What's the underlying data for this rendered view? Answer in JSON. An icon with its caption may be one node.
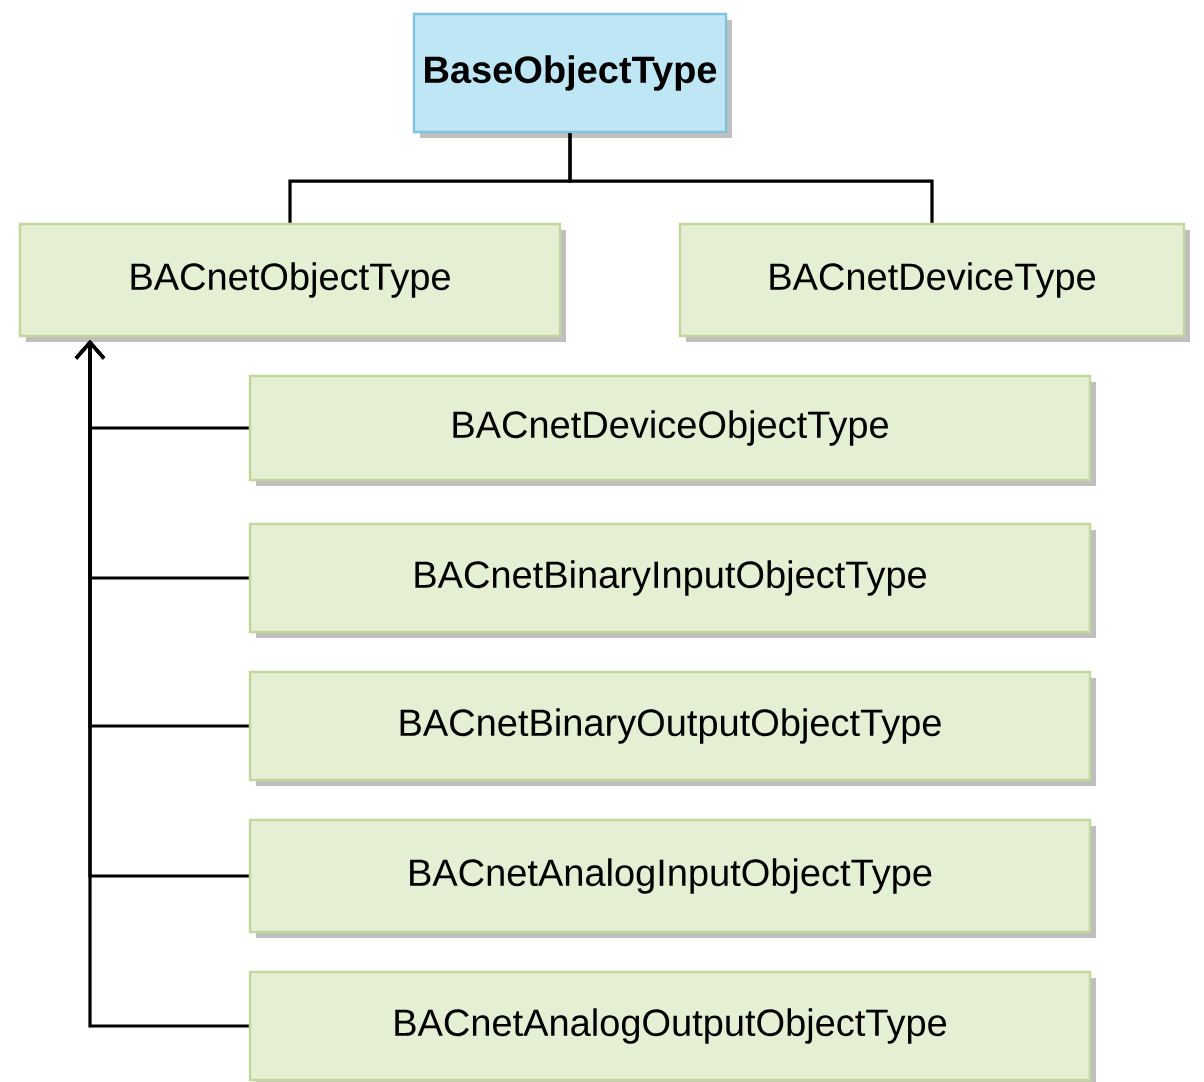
{
  "diagram": {
    "nodes": [
      {
        "text": [
          "BaseObjectType"
        ]
      },
      {
        "text": [
          "BACnetObjectType"
        ]
      },
      {
        "text": [
          "BACnetDeviceType"
        ]
      },
      {
        "text": [
          "BACnetDeviceObjectType"
        ]
      },
      {
        "text": [
          "BACnetBinaryInputObjectType"
        ]
      },
      {
        "text": [
          "BACnetBinaryOutputObjectType"
        ]
      },
      {
        "text": [
          "BACnetAnalogInputObjectType"
        ]
      },
      {
        "text": [
          "BACnetAnalogOutputObjectType"
        ]
      }
    ],
    "edges": [
      {
        "from": 0,
        "to": 1,
        "arrow": "none"
      },
      {
        "from": 0,
        "to": 2,
        "arrow": "none"
      },
      {
        "from": 3,
        "to": 1,
        "arrow": "to"
      },
      {
        "from": 4,
        "to": 1,
        "arrow": "to"
      },
      {
        "from": 5,
        "to": 1,
        "arrow": "to"
      },
      {
        "from": 6,
        "to": 1,
        "arrow": "to"
      },
      {
        "from": 7,
        "to": 1,
        "arrow": "to"
      }
    ]
  }
}
